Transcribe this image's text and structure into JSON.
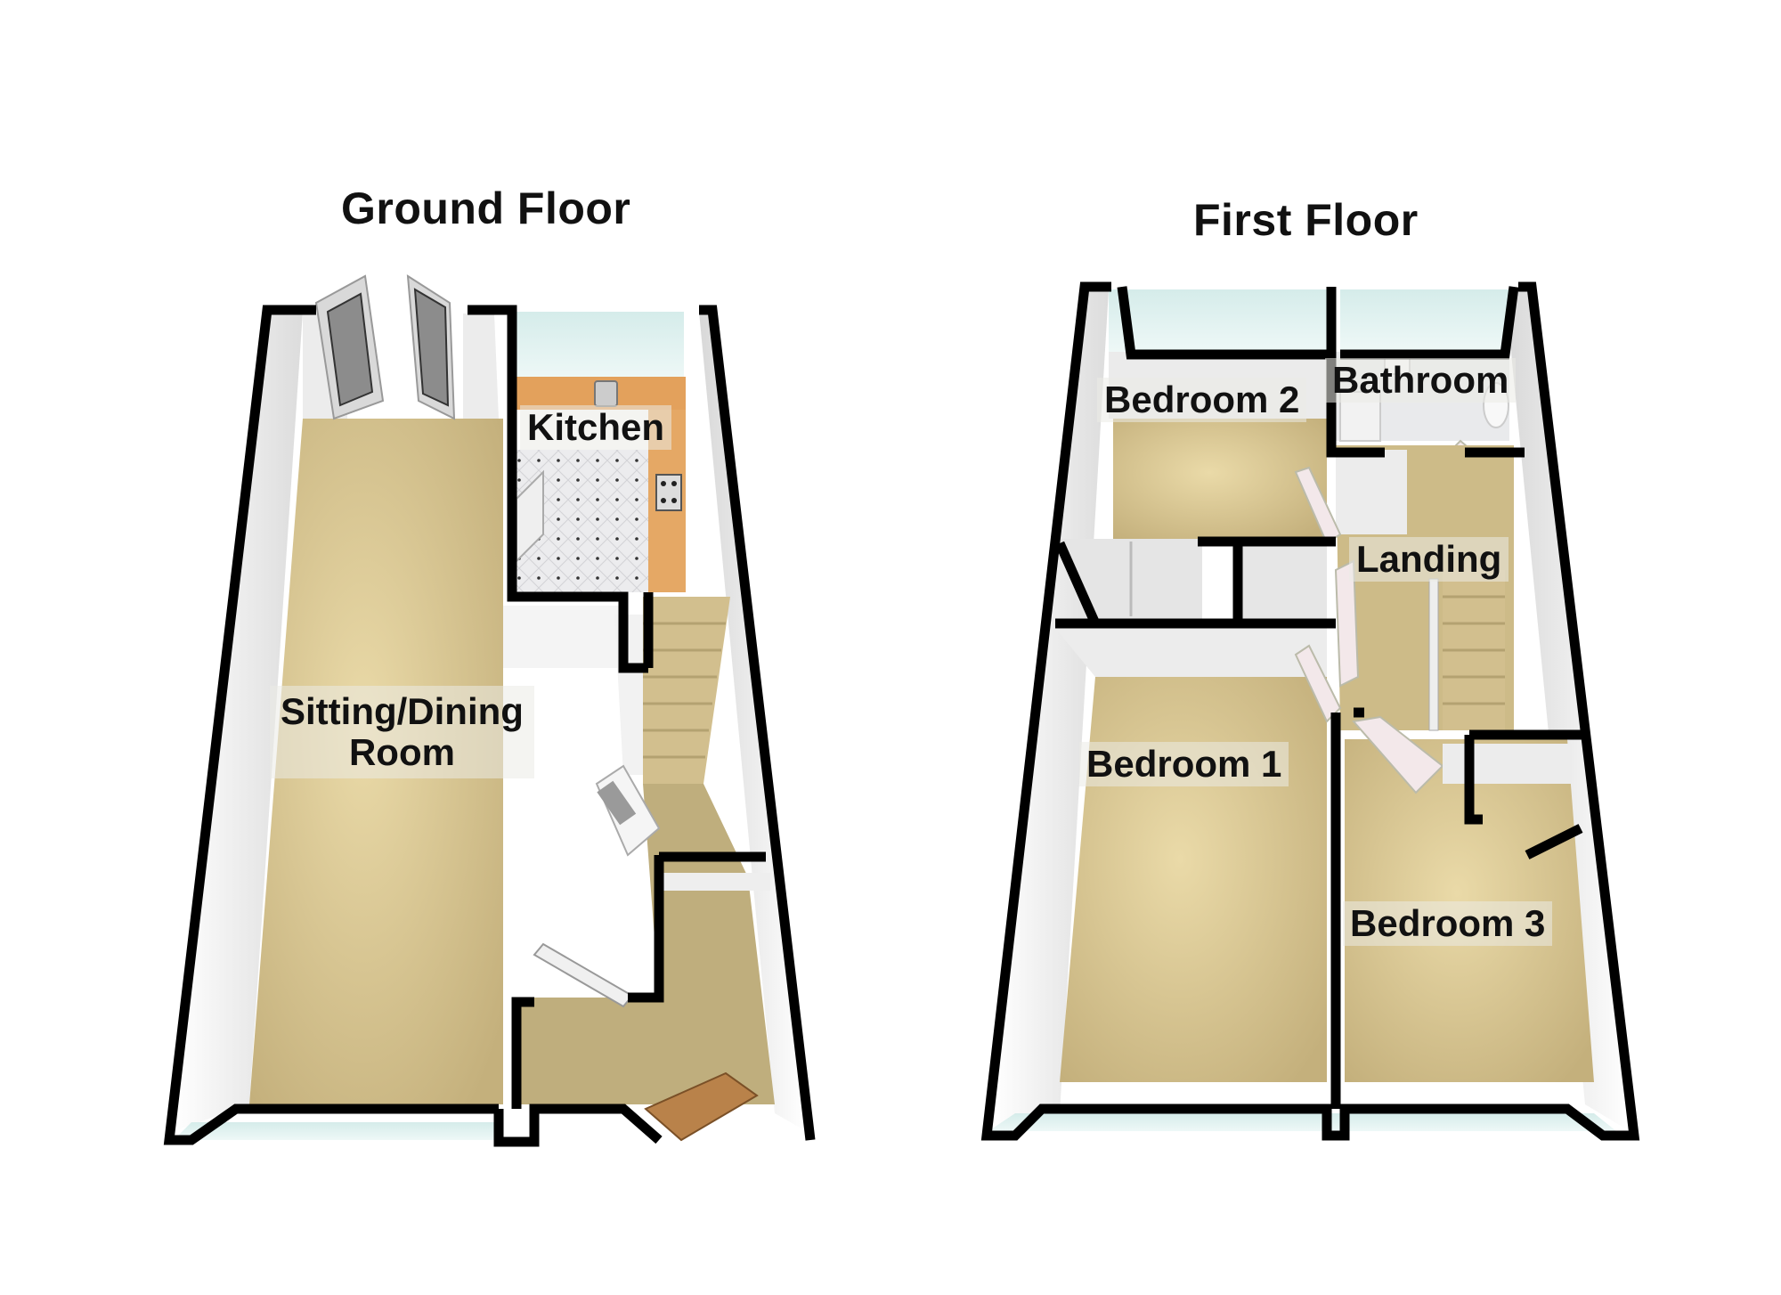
{
  "floors": [
    {
      "title": "Ground Floor",
      "rooms": [
        {
          "label": "Kitchen"
        },
        {
          "label_line1": "Sitting/Dining",
          "label_line2": "Room"
        }
      ]
    },
    {
      "title": "First Floor",
      "rooms": [
        {
          "label": "Bedroom 2"
        },
        {
          "label": "Bathroom"
        },
        {
          "label": "Landing"
        },
        {
          "label": "Bedroom 1"
        },
        {
          "label": "Bedroom 3"
        }
      ]
    }
  ],
  "colors": {
    "wall": "#000000",
    "carpet": "#cdbb8a",
    "carpet_light": "#e6d6a6",
    "wall_face": "#f2f2f2",
    "glass": "#d9eeec",
    "worktop": "#e0a060",
    "tile": "#e8e8ea",
    "front_door": "#b9824a"
  }
}
